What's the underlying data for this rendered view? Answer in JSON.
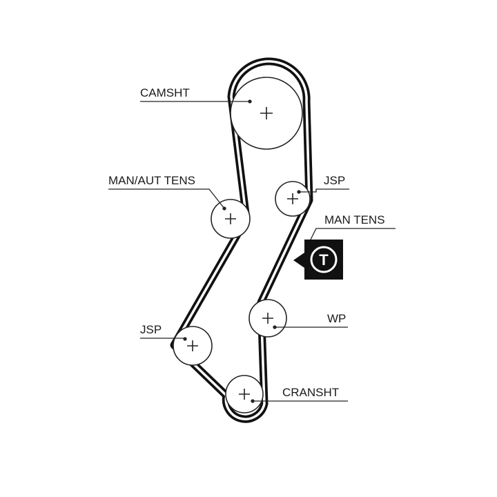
{
  "colors": {
    "belt": "#111111",
    "pulley_stroke": "#222222",
    "leader": "#222222",
    "text": "#1a1a1a",
    "tensioner_box": "#111111",
    "tensioner_letter": "#ffffff"
  },
  "labels": {
    "camshaft": "CAMSHT",
    "man_aut_tens": "MAN/AUT TENS",
    "jsp_upper": "JSP",
    "man_tens": "MAN TENS",
    "water_pump": "WP",
    "jsp_lower": "JSP",
    "crankshaft": "CRANSHT"
  },
  "tensioner_symbol": {
    "letter": "T",
    "icon": "tensioner-icon"
  }
}
